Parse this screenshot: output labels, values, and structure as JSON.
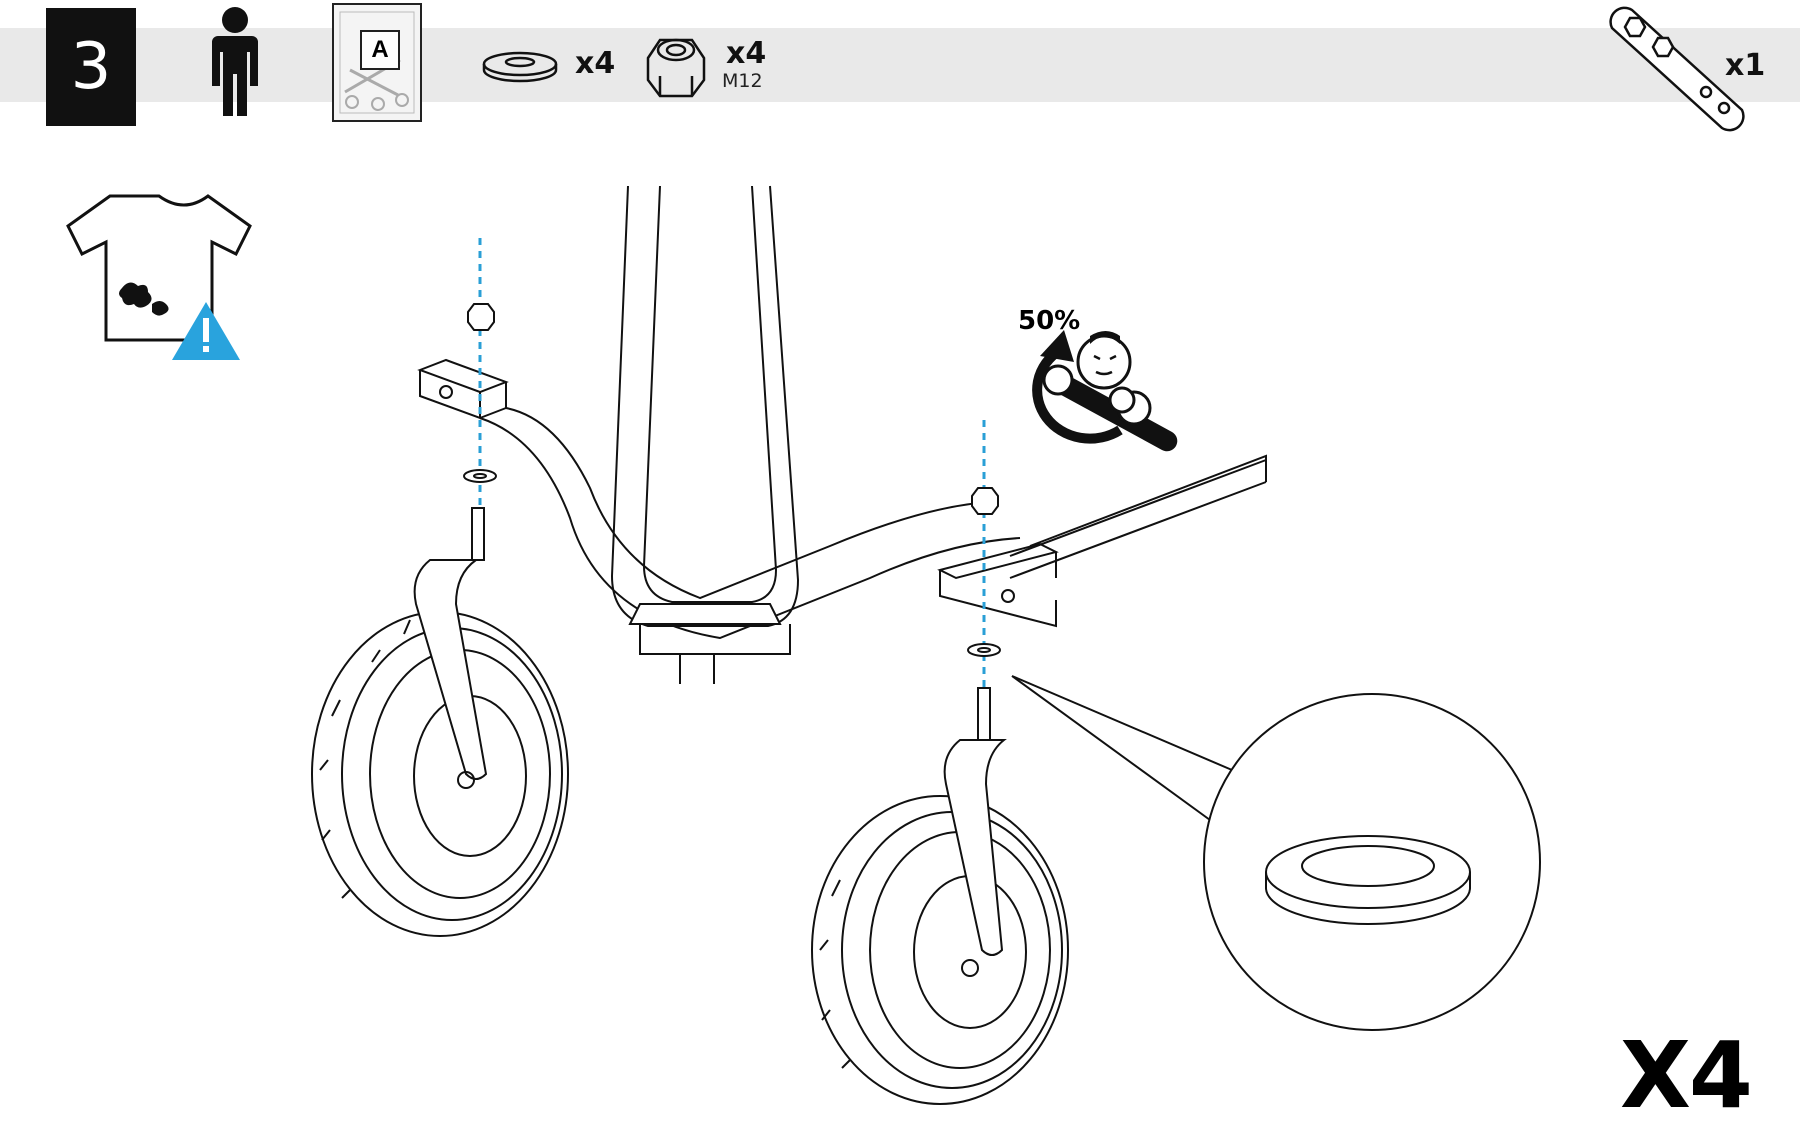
{
  "header": {
    "step_number": "3",
    "bag_label": "A",
    "washer_qty": "x4",
    "nut_qty": "x4",
    "nut_spec": "M12",
    "wrench_qty": "x1"
  },
  "annotations": {
    "tighten_percent": "50%",
    "multiplier": "X4"
  },
  "icons": [
    "step-number-box",
    "person-icon",
    "parts-bag-icon",
    "washer-icon",
    "lock-nut-icon",
    "wrench-icon",
    "tshirt-stain-warning-icon",
    "tighten-force-icon",
    "washer-detail-callout"
  ],
  "colors": {
    "ink": "#111111",
    "guide": "#2a9fd6",
    "warning": "#29a3dd",
    "band": "#e9e9e9"
  }
}
